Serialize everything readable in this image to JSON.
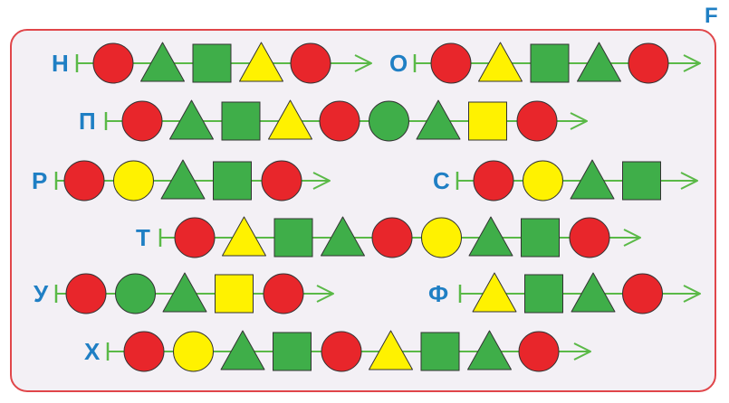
{
  "panel_label": "F",
  "colors": {
    "red": "#e8262b",
    "green": "#3fae49",
    "yellow": "#fff200",
    "line": "#5ab947",
    "label": "#1f7fc4",
    "border": "#e0464a",
    "panel_bg": "#f3f0f5"
  },
  "chains": [
    {
      "label": "Н",
      "sequence": [
        "red-circle",
        "green-triangle",
        "green-square",
        "yellow-triangle",
        "red-circle"
      ]
    },
    {
      "label": "О",
      "sequence": [
        "red-circle",
        "yellow-triangle",
        "green-square",
        "green-triangle",
        "red-circle"
      ]
    },
    {
      "label": "П",
      "sequence": [
        "red-circle",
        "green-triangle",
        "green-square",
        "yellow-triangle",
        "red-circle",
        "green-circle",
        "green-triangle",
        "yellow-square",
        "red-circle"
      ]
    },
    {
      "label": "Р",
      "sequence": [
        "red-circle",
        "yellow-circle",
        "green-triangle",
        "green-square",
        "red-circle"
      ]
    },
    {
      "label": "С",
      "sequence": [
        "red-circle",
        "yellow-circle",
        "green-triangle",
        "green-square"
      ]
    },
    {
      "label": "Т",
      "sequence": [
        "red-circle",
        "yellow-triangle",
        "green-square",
        "green-triangle",
        "red-circle",
        "yellow-circle",
        "green-triangle",
        "green-square",
        "red-circle"
      ]
    },
    {
      "label": "У",
      "sequence": [
        "red-circle",
        "green-circle",
        "green-triangle",
        "yellow-square",
        "red-circle"
      ]
    },
    {
      "label": "Ф",
      "sequence": [
        "yellow-triangle",
        "green-square",
        "green-triangle",
        "red-circle"
      ]
    },
    {
      "label": "Х",
      "sequence": [
        "red-circle",
        "yellow-circle",
        "green-triangle",
        "green-square",
        "red-circle",
        "yellow-triangle",
        "green-square",
        "green-triangle",
        "red-circle"
      ]
    }
  ]
}
